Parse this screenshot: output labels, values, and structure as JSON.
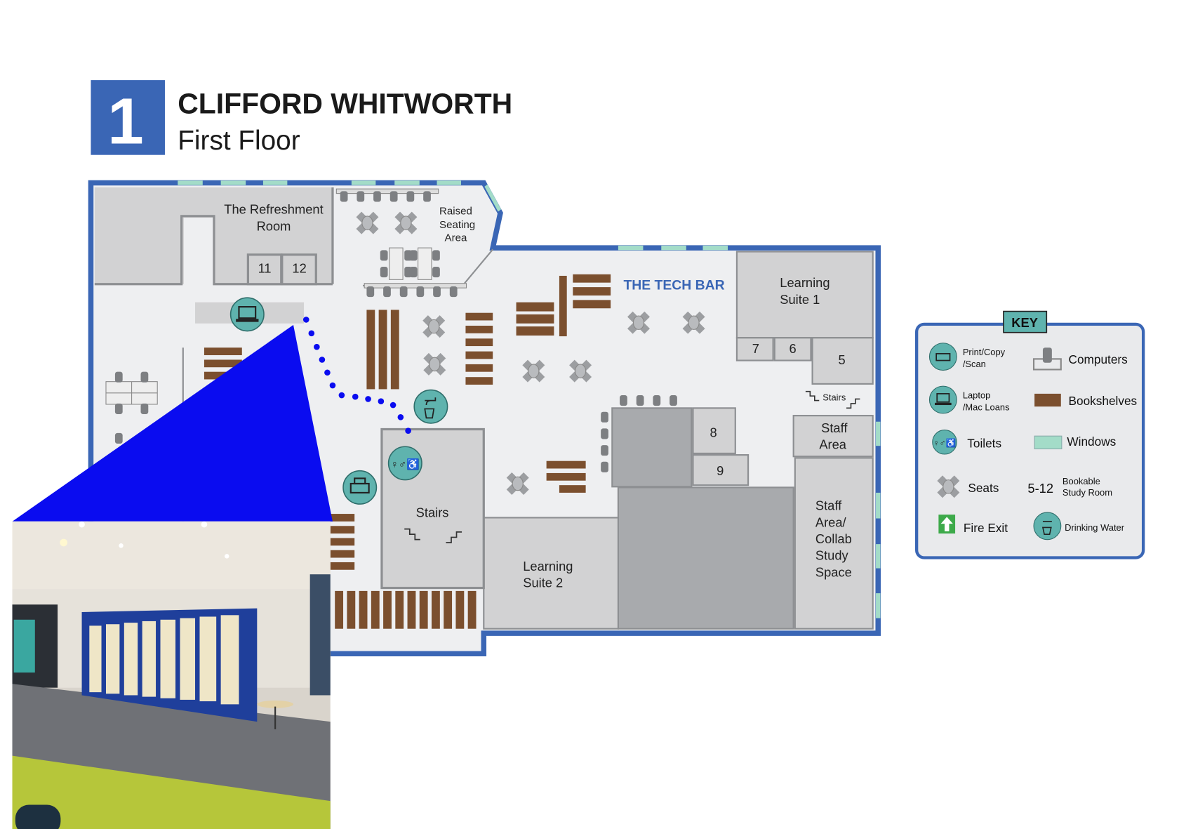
{
  "header": {
    "floor_number": "1",
    "building": "CLIFFORD WHITWORTH",
    "floor_name": "First Floor"
  },
  "rooms": {
    "refreshment_line1": "The Refreshment",
    "refreshment_line2": "Room",
    "room_11": "11",
    "room_12": "12",
    "raised_line1": "Raised",
    "raised_line2": "Seating",
    "raised_line3": "Area",
    "tech_bar": "THE TECH BAR",
    "ls1_line1": "Learning",
    "ls1_line2": "Suite 1",
    "room_7": "7",
    "room_6": "6",
    "room_5": "5",
    "stairs_small": "Stairs",
    "staff_line1": "Staff",
    "staff_line2": "Area",
    "room_8": "8",
    "room_9": "9",
    "stairs": "Stairs",
    "ls2_line1": "Learning",
    "ls2_line2": "Suite 2",
    "collab_line1": "Staff",
    "collab_line2": "Area/",
    "collab_line3": "Collab",
    "collab_line4": "Study",
    "collab_line5": "Space"
  },
  "key": {
    "title": "KEY",
    "print_line1": "Print/Copy",
    "print_line2": "/Scan",
    "computers": "Computers",
    "laptop_line1": "Laptop",
    "laptop_line2": "/Mac Loans",
    "bookshelves": "Bookshelves",
    "toilets": "Toilets",
    "windows": "Windows",
    "seats": "Seats",
    "bookable_range": "5-12",
    "bookable_line1": "Bookable",
    "bookable_line2": "Study Room",
    "fire_exit": "Fire Exit",
    "drinking_water": "Drinking Water"
  },
  "colors": {
    "brand_blue": "#3a66b5",
    "window": "#a3dcc8",
    "bookshelf": "#7b4f2e",
    "icon_teal": "#5fb3ae",
    "room_gray": "#d2d2d3",
    "dark_gray": "#a8aaad",
    "pointer_blue": "#0a0cf0"
  }
}
